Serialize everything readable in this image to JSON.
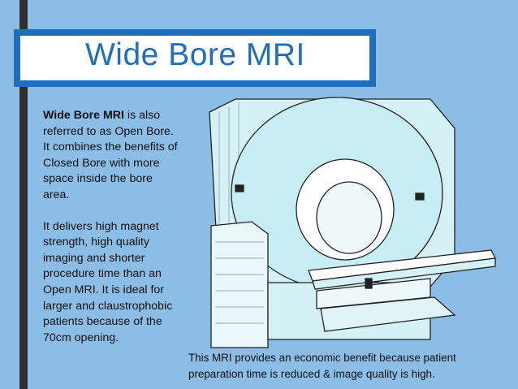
{
  "slide": {
    "title": "Wide Bore MRI",
    "paragraph1_bold": "Wide Bore MRI",
    "paragraph1_rest": " is also referred to as Open Bore. It combines the benefits of Closed Bore with more space inside the bore area.",
    "paragraph2": "It delivers high magnet strength, high quality imaging and shorter procedure time than an Open MRI. It is ideal for larger and claustrophobic patients because of the 70cm opening.",
    "caption": "This MRI provides an economic benefit because patient preparation time is reduced & image quality is high."
  },
  "colors": {
    "background": "#8bbde6",
    "title_accent": "#1f6fbd",
    "machine_fill": "#c8eef5"
  }
}
